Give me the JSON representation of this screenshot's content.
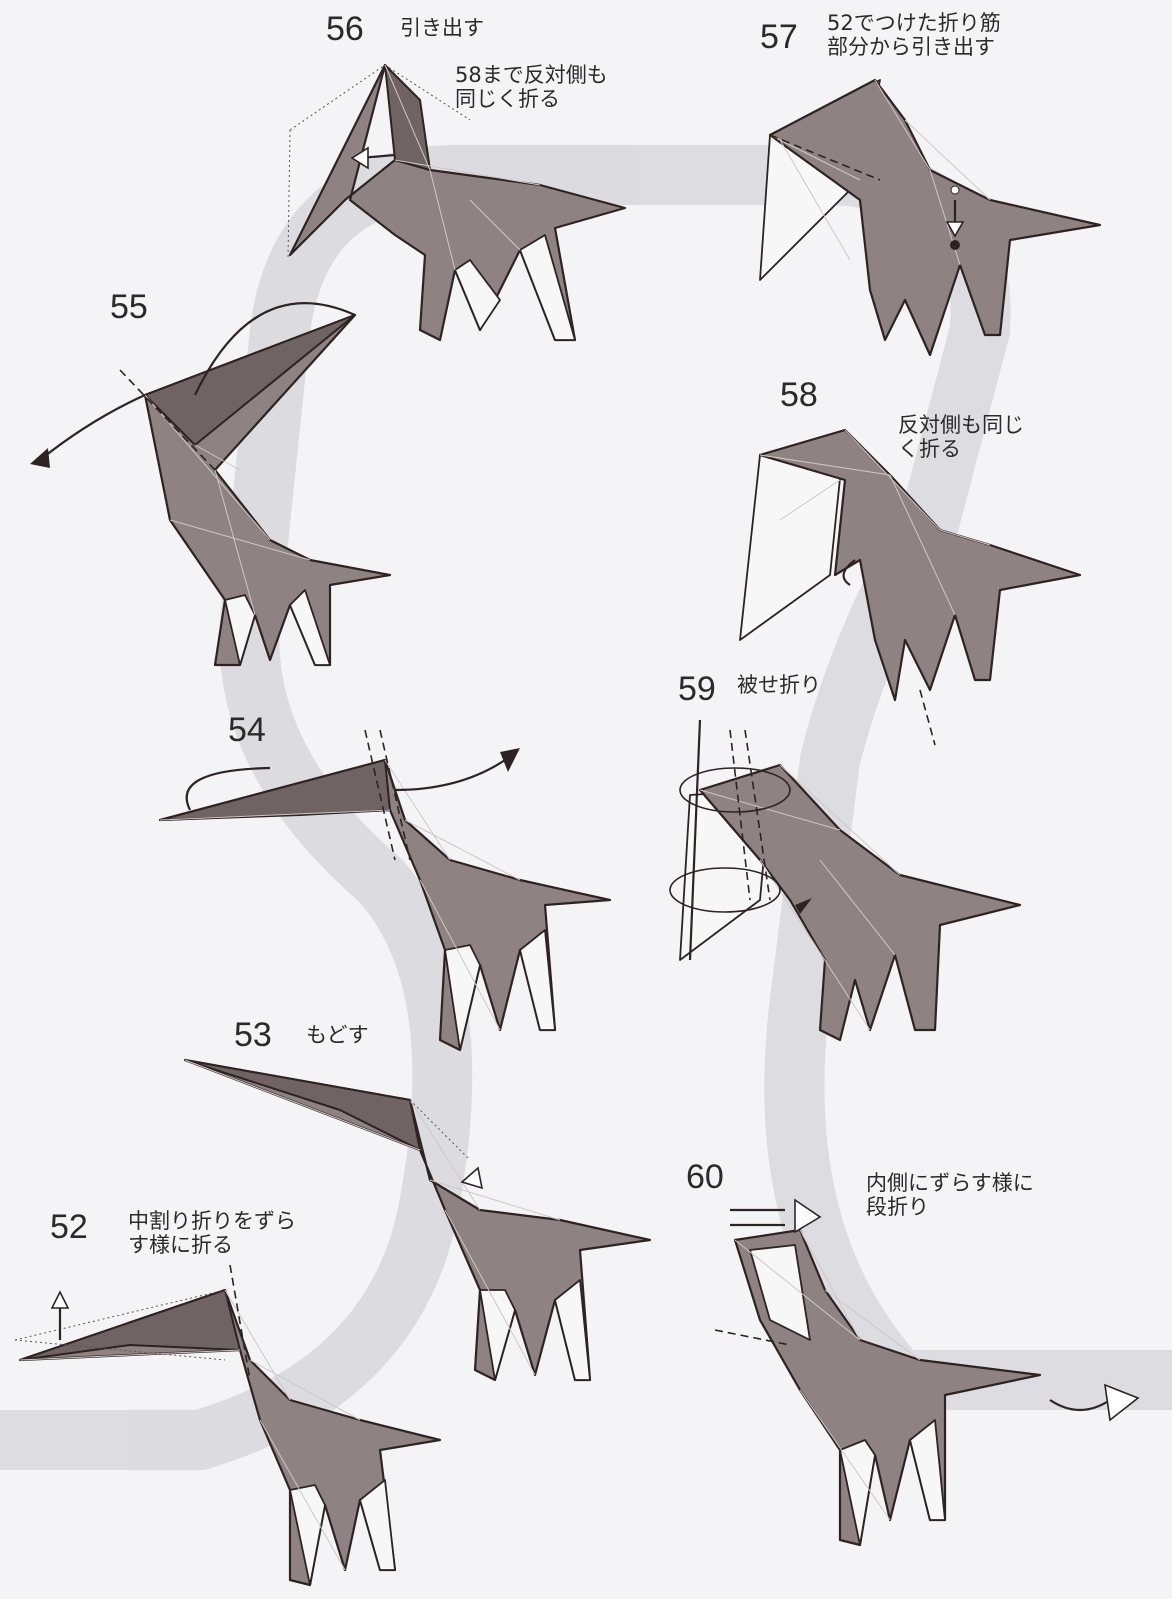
{
  "colors": {
    "paper": "#f4f4f6",
    "model_gray": "#8e8382",
    "model_dark": "#6f6463",
    "outline": "#2e2323",
    "band": "#c9c9cf"
  },
  "steps": [
    {
      "id": "52",
      "number": "52",
      "caption": "中割り折りをずら\nす様に折る"
    },
    {
      "id": "53",
      "number": "53",
      "caption": "もどす"
    },
    {
      "id": "54",
      "number": "54",
      "caption": ""
    },
    {
      "id": "55",
      "number": "55",
      "caption": ""
    },
    {
      "id": "56",
      "number": "56",
      "caption": "引き出す",
      "note": "58まで反対側も\n同じく折る"
    },
    {
      "id": "57",
      "number": "57",
      "caption": "52でつけた折り筋\n部分から引き出す"
    },
    {
      "id": "58",
      "number": "58",
      "caption": "反対側も同じ\nく折る"
    },
    {
      "id": "59",
      "number": "59",
      "caption": "被せ折り"
    },
    {
      "id": "60",
      "number": "60",
      "caption": "内側にずらす様に\n段折り"
    }
  ]
}
